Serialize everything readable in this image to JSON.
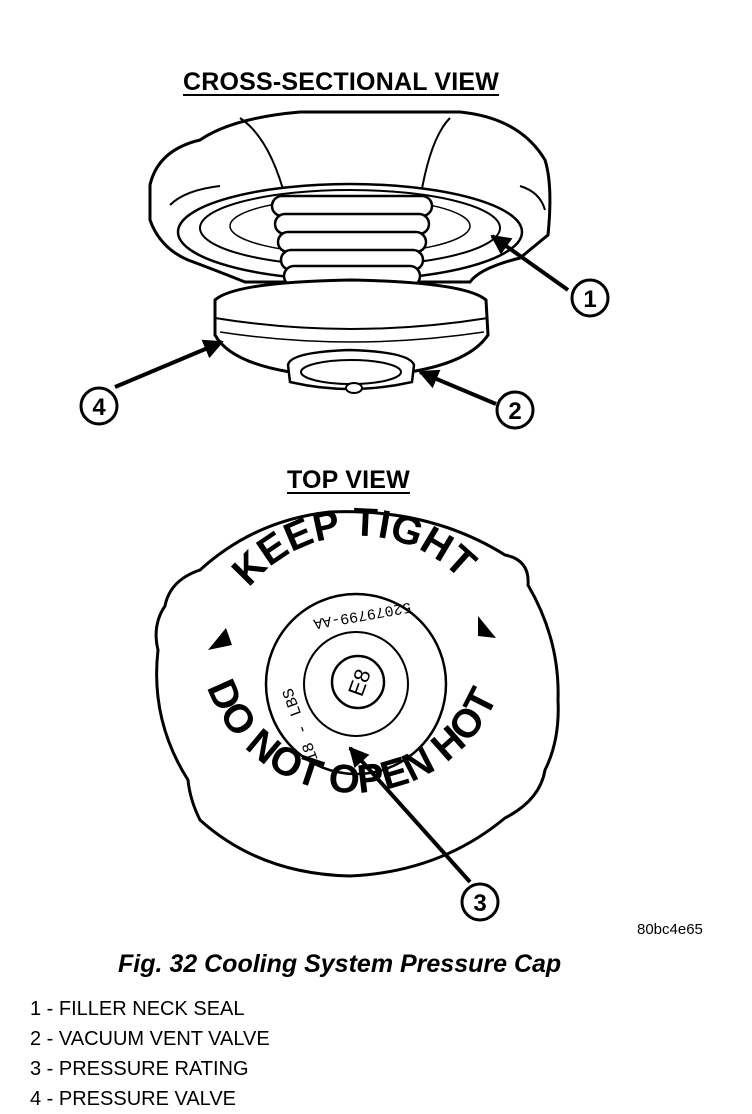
{
  "headings": {
    "cross_section": "CROSS-SECTIONAL VIEW",
    "top_view": "TOP VIEW"
  },
  "cap_markings": {
    "keep_tight": "KEEP TIGHT",
    "do_not_open_hot": "DO NOT OPEN HOT",
    "part_number": "52079799-AA",
    "pressure_rating": "18 - LBS",
    "center_code": "E8"
  },
  "callouts": [
    "1",
    "2",
    "3",
    "4"
  ],
  "image_code": "80bc4e65",
  "caption": "Fig. 32 Cooling System Pressure Cap",
  "legend": [
    "1 - FILLER NECK SEAL",
    "2 - VACUUM VENT VALVE",
    "3 - PRESSURE RATING",
    "4 - PRESSURE VALVE"
  ]
}
